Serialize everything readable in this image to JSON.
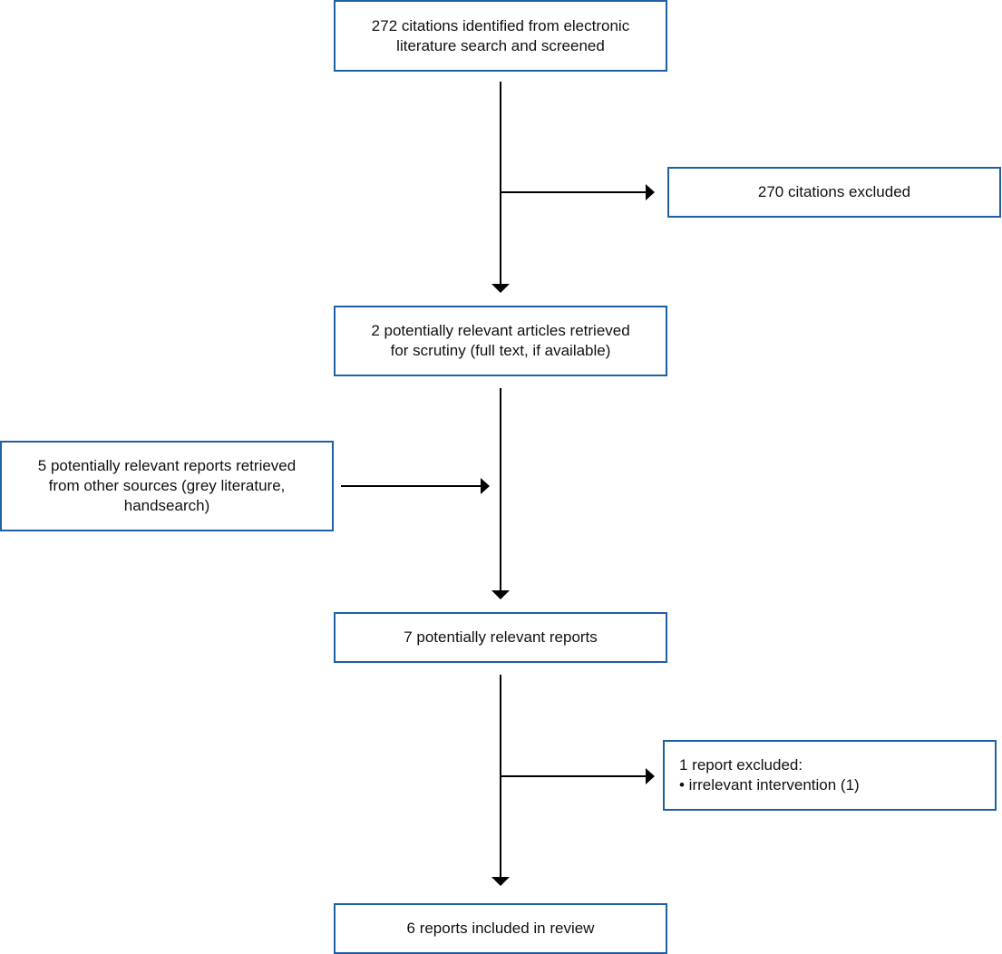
{
  "flow": {
    "identified": {
      "lines": [
        "272 citations identified from electronic",
        "literature search and screened"
      ]
    },
    "excluded_citations": {
      "lines": [
        "270 citations excluded"
      ]
    },
    "retrieved": {
      "lines": [
        "2 potentially relevant articles retrieved",
        "for scrutiny (full text, if available)"
      ]
    },
    "other_sources": {
      "lines": [
        "5 potentially relevant reports retrieved",
        "from other sources (grey literature,",
        "handsearch)"
      ]
    },
    "potentially_relevant": {
      "lines": [
        "7 potentially relevant reports"
      ]
    },
    "excluded_reports": {
      "lines": [
        "1 report excluded:",
        "• irrelevant intervention (1)"
      ]
    },
    "included": {
      "lines": [
        "6 reports included in review"
      ]
    }
  },
  "colors": {
    "box_border": "#1f5fa6",
    "connector": "#000000"
  }
}
